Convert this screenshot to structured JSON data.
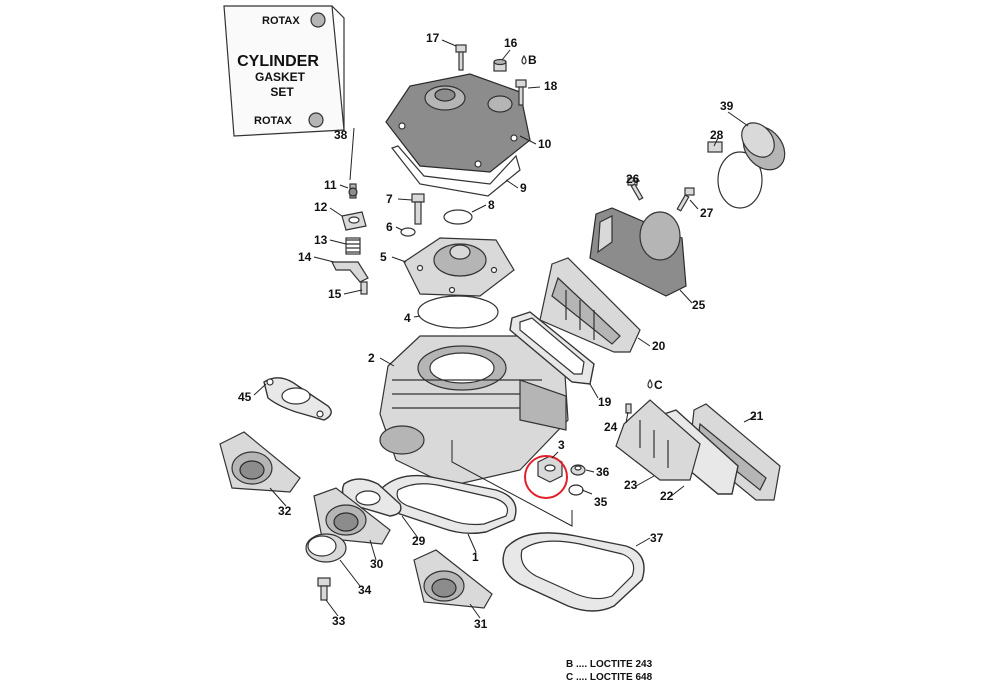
{
  "gasket_set_box": {
    "brand_top": "ROTAX",
    "title": "CYLINDER",
    "line2": "GASKET",
    "line3": "SET",
    "brand_bottom": "ROTAX"
  },
  "callouts": {
    "p1": "1",
    "p2": "2",
    "p3": "3",
    "p4": "4",
    "p5": "5",
    "p6": "6",
    "p7": "7",
    "p8": "8",
    "p9": "9",
    "p10": "10",
    "p11": "11",
    "p12": "12",
    "p13": "13",
    "p14": "14",
    "p15": "15",
    "p16": "16",
    "p17": "17",
    "p18": "18",
    "p19": "19",
    "p20": "20",
    "p21": "21",
    "p22": "22",
    "p23": "23",
    "p24": "24",
    "p25": "25",
    "p26": "26",
    "p27": "27",
    "p28": "28",
    "p29": "29",
    "p30": "30",
    "p31": "31",
    "p32": "32",
    "p33": "33",
    "p34": "34",
    "p35": "35",
    "p36": "36",
    "p37": "37",
    "p38": "38",
    "p39": "39",
    "p45": "45"
  },
  "loctite_marks": {
    "b": "B",
    "c": "C"
  },
  "legend": {
    "b": "B .... LOCTITE 243",
    "c": "C .... LOCTITE 648"
  },
  "highlight_color": "#e0202a"
}
